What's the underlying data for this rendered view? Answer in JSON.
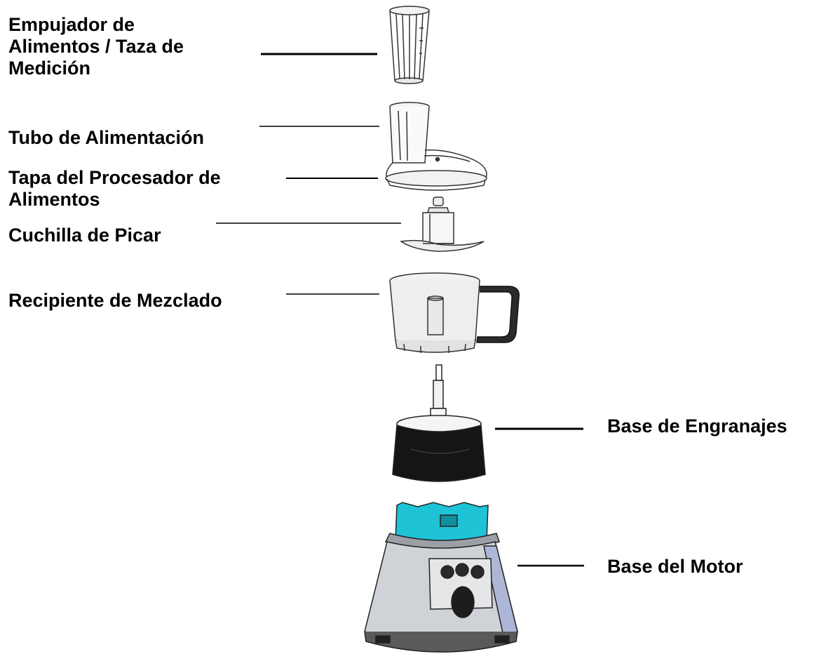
{
  "labels": {
    "pusher": [
      "Empujador de",
      "Alimentos / Taza de",
      "Medición"
    ],
    "feed_tube": "Tubo de Alimentación",
    "lid": [
      "Tapa del Procesador de",
      "Alimentos"
    ],
    "blade": "Cuchilla de Picar",
    "bowl": "Recipiente de Mezclado",
    "gear_base": "Base de Engranajes",
    "motor_base": "Base del Motor"
  },
  "colors": {
    "line": "#000000",
    "outline": "#333333",
    "gear_black": "#151515",
    "motor_cyan": "#1fc3d6",
    "motor_silver": "#cfd2d6"
  }
}
